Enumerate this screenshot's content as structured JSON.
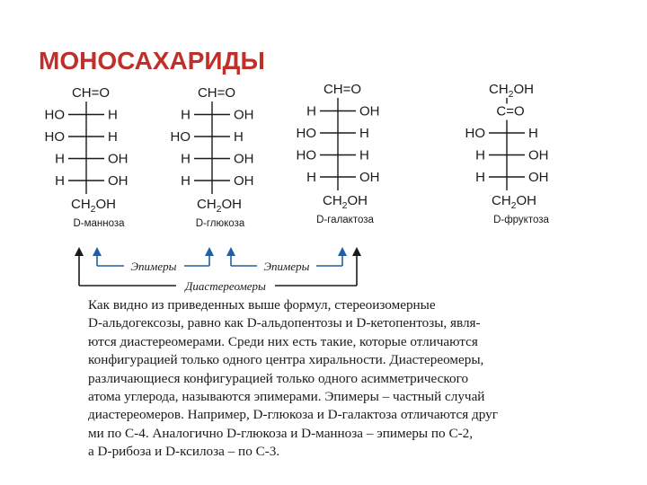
{
  "title": "МОНОСАХАРИДЫ",
  "molecules": [
    {
      "name": "D-манноза",
      "top": "CH=O",
      "rows": [
        [
          "HO",
          "H"
        ],
        [
          "HO",
          "H"
        ],
        [
          "H",
          "OH"
        ],
        [
          "H",
          "OH"
        ]
      ],
      "bottom": "CH2OH"
    },
    {
      "name": "D-глюкоза",
      "top": "CH=O",
      "rows": [
        [
          "H",
          "OH"
        ],
        [
          "HO",
          "H"
        ],
        [
          "H",
          "OH"
        ],
        [
          "H",
          "OH"
        ]
      ],
      "bottom": "CH2OH"
    },
    {
      "name": "D-галактоза",
      "top": "CH=O",
      "rows": [
        [
          "H",
          "OH"
        ],
        [
          "HO",
          "H"
        ],
        [
          "HO",
          "H"
        ],
        [
          "H",
          "OH"
        ]
      ],
      "bottom": "CH2OH"
    },
    {
      "name": "D-фруктоза",
      "top": "CH2OH",
      "second": "C=O",
      "rows": [
        [
          "HO",
          "H"
        ],
        [
          "H",
          "OH"
        ],
        [
          "H",
          "OH"
        ]
      ],
      "bottom": "CH2OH"
    }
  ],
  "arrows": {
    "epimers_label_1": "Эпимеры",
    "epimers_label_2": "Эпимеры",
    "diastereomers_label": "Диастереомеры"
  },
  "colors": {
    "title": "#c0302a",
    "blue_arrow": "#2060a0",
    "black_arrow": "#1a1a1a"
  },
  "paragraph": [
    "Как видно из приведенных выше формул, стереоизомерные",
    "D-альдогексозы, равно как D-альдопентозы и D-кетопентозы, явля-",
    "ются диастереомерами. Среди них есть такие, которые отличаются",
    "конфигурацией только одного центра хиральности. Диастереомеры,",
    "различающиеся конфигурацией только одного асимметрического",
    "атома углерода, называются эпимерами. Эпимеры – частный случай",
    "диастереомеров. Например, D-глюкоза и D-галактоза отличаются друг",
    "ми по C-4. Аналогично D-глюкоза и D-манноза – эпимеры по C-2,",
    "а D-рибоза и D-ксилоза – по C-3."
  ]
}
